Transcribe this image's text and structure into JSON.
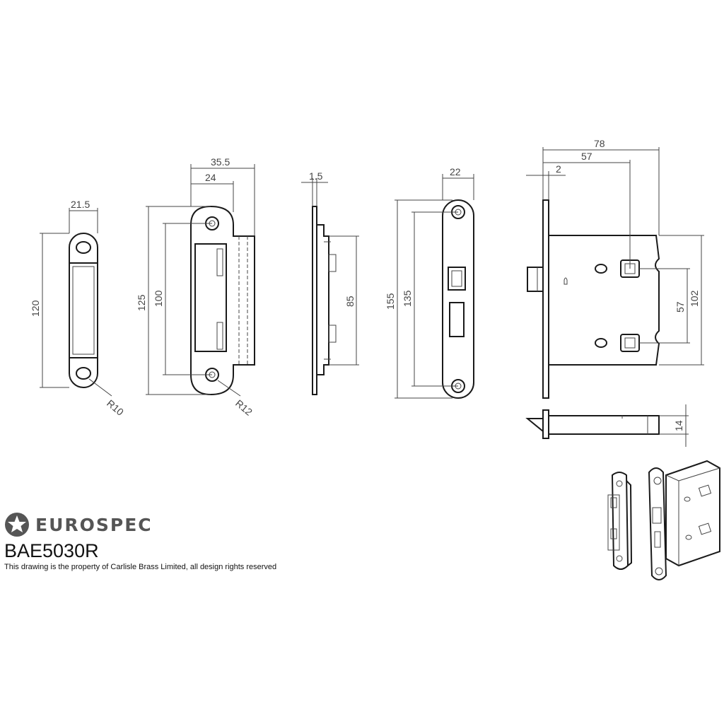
{
  "dimensions": {
    "strike_small_width": "21.5",
    "strike_small_height": "120",
    "strike_small_radius": "R10",
    "strike_large_width": "35.5",
    "strike_large_inner_width": "24",
    "strike_large_height": "125",
    "strike_large_inner_height": "100",
    "strike_large_radius": "R12",
    "side_thickness": "1.5",
    "side_height": "85",
    "forend_width": "22",
    "forend_height": "155",
    "forend_fixing_centres": "135",
    "lock_depth": "78",
    "lock_backset": "57",
    "lock_offset": "2",
    "lock_centres": "57",
    "lock_case_height": "102",
    "lock_thickness": "14"
  },
  "brand": {
    "name": "EUROSPEC",
    "logo_icon": "star-badge-icon",
    "product_code": "BAE5030R",
    "copyright": "This drawing is the property of Carlisle Brass Limited, all design rights reserved"
  },
  "colors": {
    "line": "#1a1a1a",
    "dimension": "#444444",
    "brand_grey": "#555555"
  }
}
